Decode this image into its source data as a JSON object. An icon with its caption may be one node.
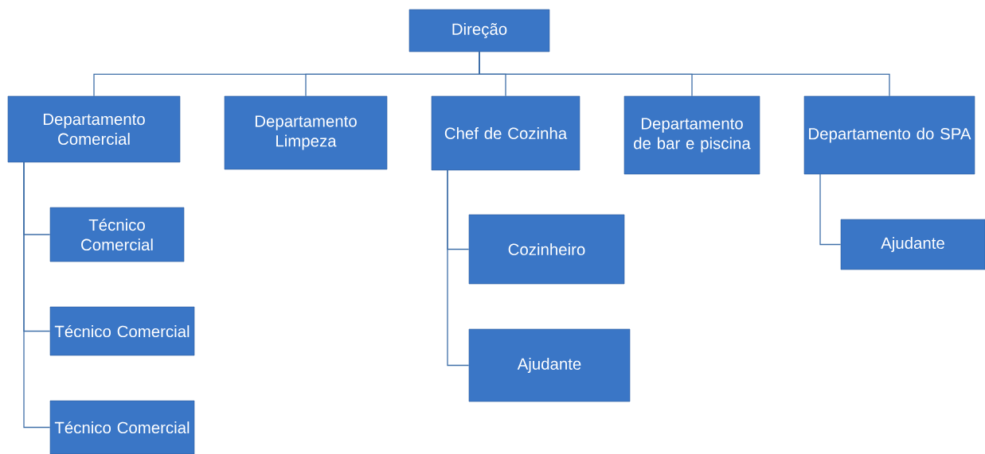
{
  "diagram": {
    "nodes": [
      {
        "text": [
          "Direção"
        ]
      },
      {
        "text": [
          "Departamento Comercial"
        ]
      },
      {
        "text": [
          "Departamento Limpeza"
        ]
      },
      {
        "text": [
          "Chef de Cozinha"
        ]
      },
      {
        "text": [
          "Departamento de bar e piscina"
        ]
      },
      {
        "text": [
          "Departamento do SPA"
        ]
      },
      {
        "text": [
          "Técnico Comercial"
        ]
      },
      {
        "text": [
          "Técnico Comercial"
        ]
      },
      {
        "text": [
          "Técnico Comercial"
        ]
      },
      {
        "text": [
          "Cozinheiro"
        ]
      },
      {
        "text": [
          "Ajudante"
        ]
      },
      {
        "text": [
          "Ajudante"
        ]
      }
    ],
    "edges": [
      {
        "from": 0,
        "to": 1,
        "arrow": "none"
      },
      {
        "from": 0,
        "to": 2,
        "arrow": "none"
      },
      {
        "from": 0,
        "to": 3,
        "arrow": "none"
      },
      {
        "from": 0,
        "to": 4,
        "arrow": "none"
      },
      {
        "from": 0,
        "to": 5,
        "arrow": "none"
      },
      {
        "from": 1,
        "to": 6,
        "arrow": "none"
      },
      {
        "from": 1,
        "to": 7,
        "arrow": "none"
      },
      {
        "from": 1,
        "to": 8,
        "arrow": "none"
      },
      {
        "from": 3,
        "to": 9,
        "arrow": "none"
      },
      {
        "from": 3,
        "to": 10,
        "arrow": "none"
      },
      {
        "from": 5,
        "to": 11,
        "arrow": "none"
      }
    ]
  }
}
